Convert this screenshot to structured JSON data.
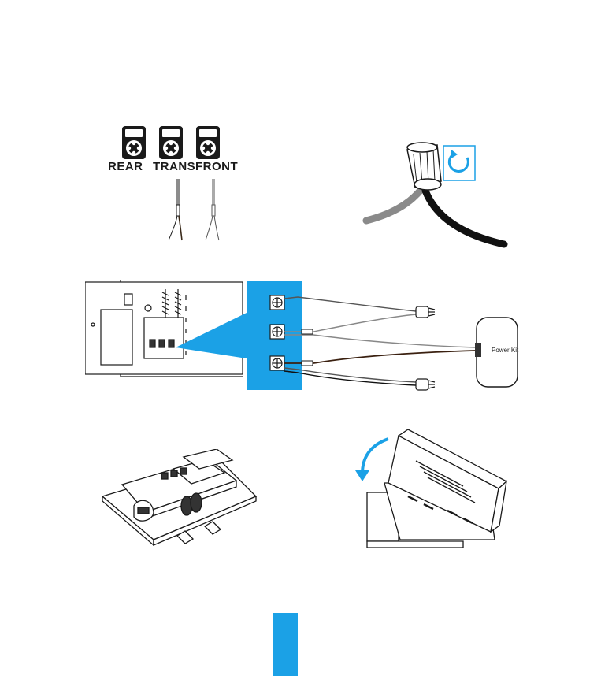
{
  "terminals": {
    "rear": "REAR",
    "trans": "TRANS",
    "front": "FRONT"
  },
  "power_kit": {
    "label": "Power Kit"
  },
  "colors": {
    "accent": "#1ba1e6",
    "wire_gray": "#8a8a8a",
    "wire_black": "#111111",
    "line": "#1a1a1a"
  },
  "icons": {
    "rotate": "clockwise-arrow-icon",
    "fold": "curved-arrow-icon"
  }
}
